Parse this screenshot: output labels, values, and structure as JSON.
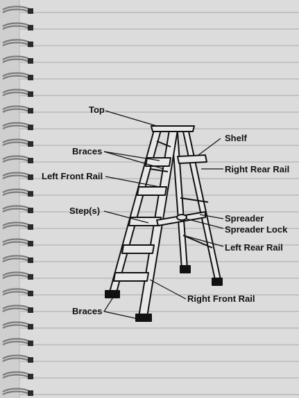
{
  "labels": {
    "top": "Top",
    "braces_upper": "Braces",
    "left_front_rail": "Left Front Rail",
    "steps": "Step(s)",
    "braces_lower": "Braces",
    "shelf": "Shelf",
    "right_rear_rail": "Right Rear Rail",
    "spreader": "Spreader",
    "spreader_lock": "Spreader Lock",
    "left_rear_rail": "Left Rear Rail",
    "right_front_rail": "Right Front Rail"
  },
  "colors": {
    "paper": "#dcdcdc",
    "rule_line": "#a9a9a9",
    "ink": "#111111",
    "spiral": "#7a7a7a"
  }
}
